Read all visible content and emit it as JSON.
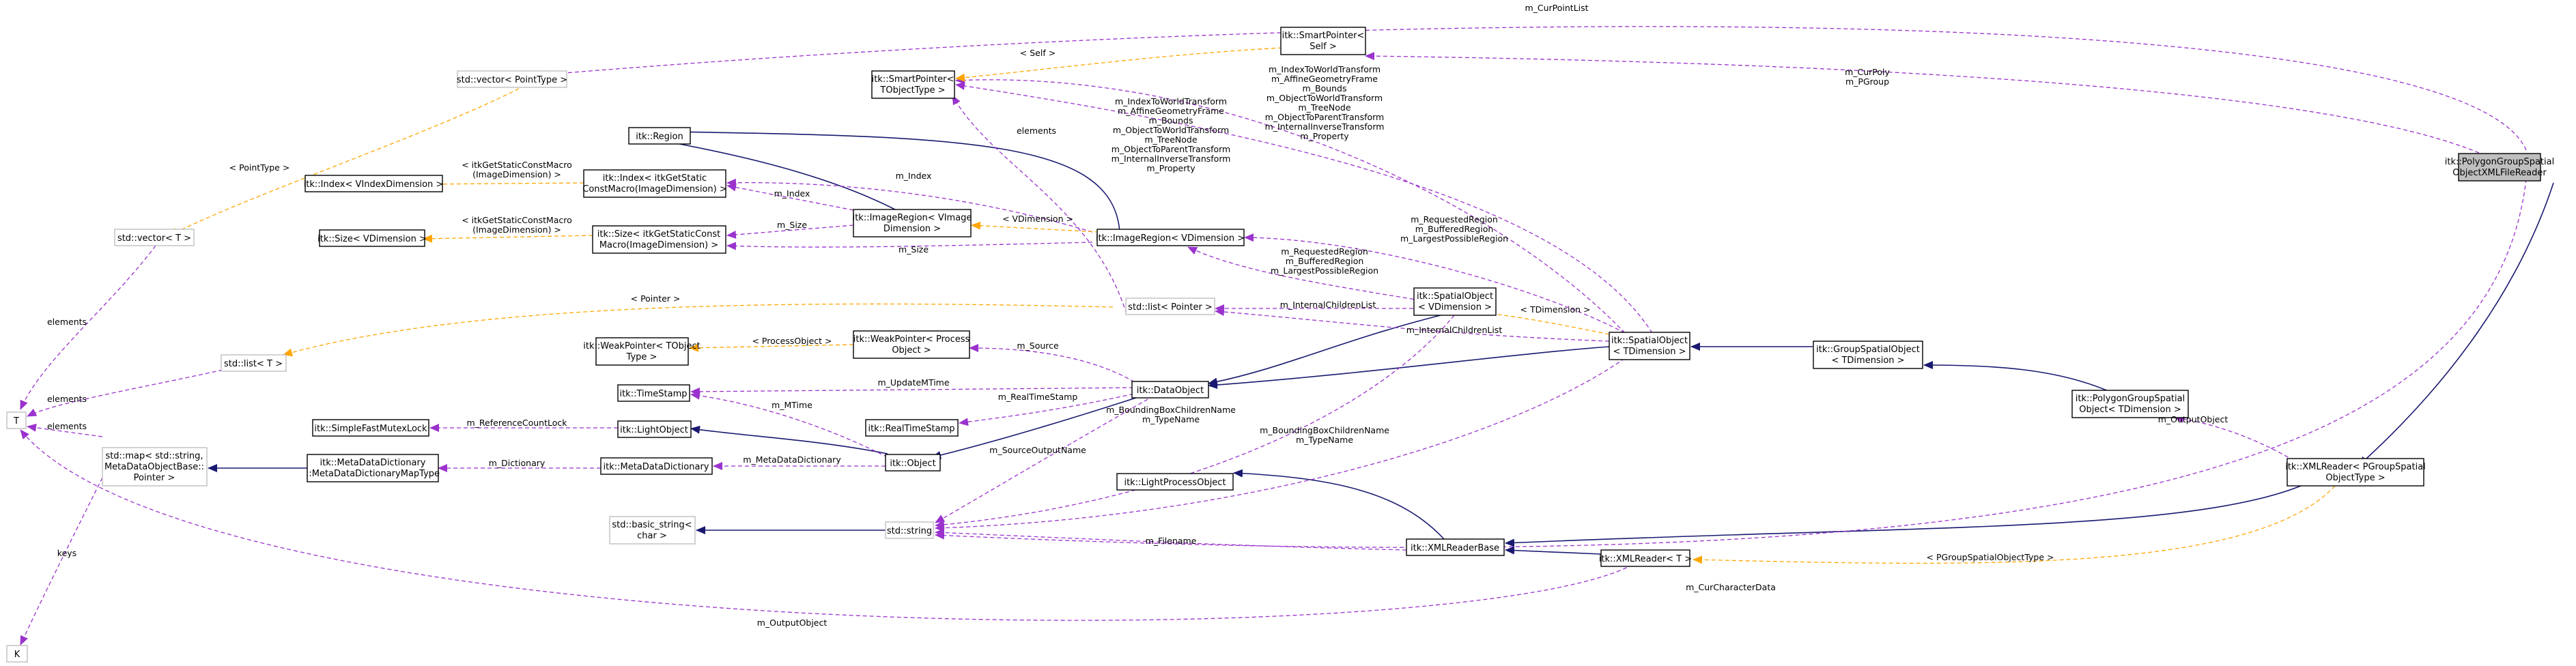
{
  "nodes": [
    {
      "id": "focus",
      "lines": [
        "itk::PolygonGroupSpatial",
        "ObjectXMLFileReader"
      ],
      "kind": "focus"
    },
    {
      "id": "xmlreader_pgroup",
      "lines": [
        "itk::XMLReader< PGroupSpatial",
        "ObjectType >"
      ],
      "kind": "normal"
    },
    {
      "id": "polygon_group_so",
      "lines": [
        "itk::PolygonGroupSpatial",
        "Object< TDimension >"
      ],
      "kind": "normal"
    },
    {
      "id": "group_so",
      "lines": [
        "itk::GroupSpatialObject",
        "< TDimension >"
      ],
      "kind": "normal"
    },
    {
      "id": "spatial_object",
      "lines": [
        "itk::SpatialObject",
        "< TDimension >"
      ],
      "kind": "normal"
    },
    {
      "id": "xmlreader_t",
      "lines": [
        "itk::XMLReader< T >"
      ],
      "kind": "normal"
    },
    {
      "id": "xmlreaderbase",
      "lines": [
        "itk::XMLReaderBase"
      ],
      "kind": "normal"
    },
    {
      "id": "lightprocess",
      "lines": [
        "itk::LightProcessObject"
      ],
      "kind": "normal"
    },
    {
      "id": "so_vdim",
      "lines": [
        "itk::SpatialObject",
        "< VDimension >"
      ],
      "kind": "normal"
    },
    {
      "id": "smartptr_self",
      "lines": [
        "itk::SmartPointer<",
        "Self >"
      ],
      "kind": "normal"
    },
    {
      "id": "smartptr_obj",
      "lines": [
        "itk::SmartPointer<",
        "TObjectType >"
      ],
      "kind": "normal"
    },
    {
      "id": "imageregion_v",
      "lines": [
        "itk::ImageRegion< VDimension >"
      ],
      "kind": "normal"
    },
    {
      "id": "imageregion",
      "lines": [
        "itk::ImageRegion< VImage",
        "Dimension >"
      ],
      "kind": "normal"
    },
    {
      "id": "region",
      "lines": [
        "itk::Region"
      ],
      "kind": "normal"
    },
    {
      "id": "index_macro",
      "lines": [
        "itk::Index< itkGetStatic",
        "ConstMacro(ImageDimension) >"
      ],
      "kind": "normal"
    },
    {
      "id": "size_macro",
      "lines": [
        "itk::Size< itkGetStaticConst",
        "Macro(ImageDimension) >"
      ],
      "kind": "normal"
    },
    {
      "id": "index_v",
      "lines": [
        "itk::Index< VIndexDimension >"
      ],
      "kind": "normal"
    },
    {
      "id": "size_v",
      "lines": [
        "itk::Size< VDimension >"
      ],
      "kind": "normal"
    },
    {
      "id": "list_pointer",
      "lines": [
        "std::list< Pointer >"
      ],
      "kind": "external"
    },
    {
      "id": "list_t",
      "lines": [
        "std::list< T >"
      ],
      "kind": "external"
    },
    {
      "id": "vector_t",
      "lines": [
        "std::vector< T >"
      ],
      "kind": "external"
    },
    {
      "id": "vector_point",
      "lines": [
        "std::vector< PointType >"
      ],
      "kind": "external"
    },
    {
      "id": "T",
      "lines": [
        "T"
      ],
      "kind": "external"
    },
    {
      "id": "K",
      "lines": [
        "K"
      ],
      "kind": "external"
    },
    {
      "id": "weakptr",
      "lines": [
        "itk::WeakPointer< TObject",
        "Type >"
      ],
      "kind": "normal"
    },
    {
      "id": "weakptr_proc",
      "lines": [
        "itk::WeakPointer< Process",
        "Object >"
      ],
      "kind": "normal"
    },
    {
      "id": "dataobject",
      "lines": [
        "itk::DataObject"
      ],
      "kind": "normal"
    },
    {
      "id": "timestamp",
      "lines": [
        "itk::TimeStamp"
      ],
      "kind": "normal"
    },
    {
      "id": "realtimestamp",
      "lines": [
        "itk::RealTimeStamp"
      ],
      "kind": "normal"
    },
    {
      "id": "lightobject",
      "lines": [
        "itk::LightObject"
      ],
      "kind": "normal"
    },
    {
      "id": "object",
      "lines": [
        "itk::Object"
      ],
      "kind": "normal"
    },
    {
      "id": "simplemutex",
      "lines": [
        "itk::SimpleFastMutexLock"
      ],
      "kind": "normal"
    },
    {
      "id": "mdd",
      "lines": [
        "itk::MetaDataDictionary"
      ],
      "kind": "normal"
    },
    {
      "id": "mdd_map",
      "lines": [
        "itk::MetaDataDictionary",
        "::MetaDataDictionaryMapType"
      ],
      "kind": "normal"
    },
    {
      "id": "std_map",
      "lines": [
        "std::map< std::string,",
        "MetaDataObjectBase::",
        "Pointer >"
      ],
      "kind": "external"
    },
    {
      "id": "basic_string",
      "lines": [
        "std::basic_string<",
        "char >"
      ],
      "kind": "external"
    },
    {
      "id": "std_string",
      "lines": [
        "std::string"
      ],
      "kind": "external"
    }
  ],
  "edge_labels": [
    {
      "id": "l_curpointlist",
      "lines": [
        "m_CurPointList"
      ]
    },
    {
      "id": "l_curpoly",
      "lines": [
        "m_CurPoly",
        "m_PGroup"
      ]
    },
    {
      "id": "l_self",
      "lines": [
        "< Self >"
      ]
    },
    {
      "id": "l_pointtype",
      "lines": [
        "< PointType >"
      ]
    },
    {
      "id": "l_indextoworld",
      "lines": [
        "m_IndexToWorldTransform",
        "m_AffineGeometryFrame",
        "m_Bounds",
        "m_ObjectToWorldTransform",
        "m_TreeNode",
        "m_ObjectToParentTransform",
        "m_InternalInverseTransform",
        "m_Property"
      ]
    },
    {
      "id": "l_indextoworld2",
      "lines": [
        "m_IndexToWorldTransform",
        "m_AffineGeometryFrame",
        "m_Bounds",
        "m_ObjectToWorldTransform",
        "m_TreeNode",
        "m_ObjectToParentTransform",
        "m_InternalInverseTransform",
        "m_Property"
      ]
    },
    {
      "id": "l_elements_top",
      "lines": [
        "elements"
      ]
    },
    {
      "id": "l_index_macro",
      "lines": [
        "< itkGetStaticConstMacro",
        "(ImageDimension) >"
      ]
    },
    {
      "id": "l_size_macro",
      "lines": [
        "< itkGetStaticConstMacro",
        "(ImageDimension) >"
      ]
    },
    {
      "id": "l_m_index",
      "lines": [
        "m_Index"
      ]
    },
    {
      "id": "l_m_index2",
      "lines": [
        "m_Index"
      ]
    },
    {
      "id": "l_m_size",
      "lines": [
        "m_Size"
      ]
    },
    {
      "id": "l_m_size2",
      "lines": [
        "m_Size"
      ]
    },
    {
      "id": "l_vdimension",
      "lines": [
        "< VDimension >"
      ]
    },
    {
      "id": "l_requested",
      "lines": [
        "m_RequestedRegion",
        "m_BufferedRegion",
        "m_LargestPossibleRegion"
      ]
    },
    {
      "id": "l_requested2",
      "lines": [
        "m_RequestedRegion",
        "m_BufferedRegion",
        "m_LargestPossibleRegion"
      ]
    },
    {
      "id": "l_tdimension",
      "lines": [
        "< TDimension >"
      ]
    },
    {
      "id": "l_pointer",
      "lines": [
        "< Pointer >"
      ]
    },
    {
      "id": "l_internalchildren",
      "lines": [
        "m_InternalChildrenList"
      ]
    },
    {
      "id": "l_internalchildren2",
      "lines": [
        "m_InternalChildrenList"
      ]
    },
    {
      "id": "l_elements_vec",
      "lines": [
        "elements"
      ]
    },
    {
      "id": "l_elements_list",
      "lines": [
        "elements"
      ]
    },
    {
      "id": "l_elements_map",
      "lines": [
        "elements"
      ]
    },
    {
      "id": "l_processobject",
      "lines": [
        "< ProcessObject >"
      ]
    },
    {
      "id": "l_source",
      "lines": [
        "m_Source"
      ]
    },
    {
      "id": "l_updatemtime",
      "lines": [
        "m_UpdateMTime"
      ]
    },
    {
      "id": "l_mtime",
      "lines": [
        "m_MTime"
      ]
    },
    {
      "id": "l_realtimestamp",
      "lines": [
        "m_RealTimeStamp"
      ]
    },
    {
      "id": "l_refcountlock",
      "lines": [
        "m_ReferenceCountLock"
      ]
    },
    {
      "id": "l_dictionary",
      "lines": [
        "m_Dictionary"
      ]
    },
    {
      "id": "l_metadatadictionary",
      "lines": [
        "m_MetaDataDictionary"
      ]
    },
    {
      "id": "l_bbox_children",
      "lines": [
        "m_BoundingBoxChildrenName",
        "m_TypeName"
      ]
    },
    {
      "id": "l_bbox_children2",
      "lines": [
        "m_BoundingBoxChildrenName",
        "m_TypeName"
      ]
    },
    {
      "id": "l_sourceoutput",
      "lines": [
        "m_SourceOutputName"
      ]
    },
    {
      "id": "l_filename",
      "lines": [
        "m_Filename"
      ]
    },
    {
      "id": "l_pgroup_type",
      "lines": [
        "< PGroupSpatialObjectType >"
      ]
    },
    {
      "id": "l_outputobject",
      "lines": [
        "m_OutputObject"
      ]
    },
    {
      "id": "l_outputobject2",
      "lines": [
        "m_OutputObject"
      ]
    },
    {
      "id": "l_curchardata",
      "lines": [
        "m_CurCharacterData"
      ]
    },
    {
      "id": "l_keys",
      "lines": [
        "keys"
      ]
    }
  ]
}
